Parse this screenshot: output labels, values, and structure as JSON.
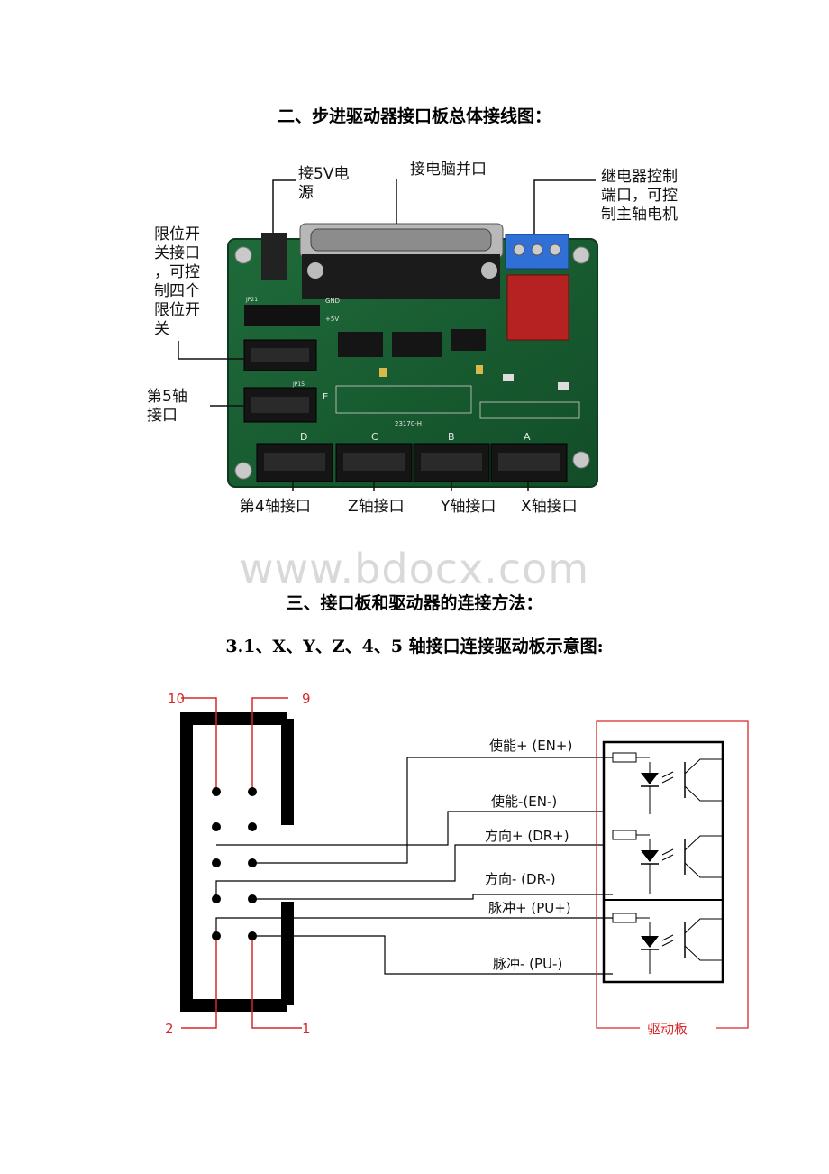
{
  "headings": {
    "section2": "二、步进驱动器接口板总体接线图：",
    "section3": "三、接口板和驱动器的连接方法：",
    "section31": "3.1、X、Y、Z、4、5 轴接口连接驱动板示意图:"
  },
  "photo_labels": {
    "power": [
      "接5V电",
      "源"
    ],
    "parallel": "接电脑并口",
    "relay": [
      "继电器控制",
      "端口，可控",
      "制主轴电机"
    ],
    "limit": [
      "限位开",
      "关接口",
      "，可控",
      "制四个",
      "限位开",
      "关"
    ],
    "axis5": [
      "第5轴",
      "接口"
    ],
    "axis4": "第4轴接口",
    "axisZ": "Z轴接口",
    "axisY": "Y轴接口",
    "axisX": "X轴接口"
  },
  "board_silkscreen": {
    "gnd": "GND",
    "v5": "+5V",
    "jp21": "JP21",
    "jp15": "JP15",
    "e": "E",
    "d": "D",
    "c": "C",
    "b": "B",
    "a": "A",
    "model": "23170-H"
  },
  "watermark": "www.bdocx.com",
  "diagram": {
    "pin10": "10",
    "pin9": "9",
    "pin2": "2",
    "pin1": "1",
    "en_plus": "使能+ (EN+)",
    "en_minus": "使能-(EN-)",
    "dr_plus": "方向+ (DR+)",
    "dr_minus": "方向- (DR-)",
    "pu_plus": "脉冲+ (PU+)",
    "pu_minus": "脉冲- (PU-)",
    "driver_board": "驱动板",
    "colors": {
      "red": "#d62828",
      "black": "#000000"
    }
  }
}
